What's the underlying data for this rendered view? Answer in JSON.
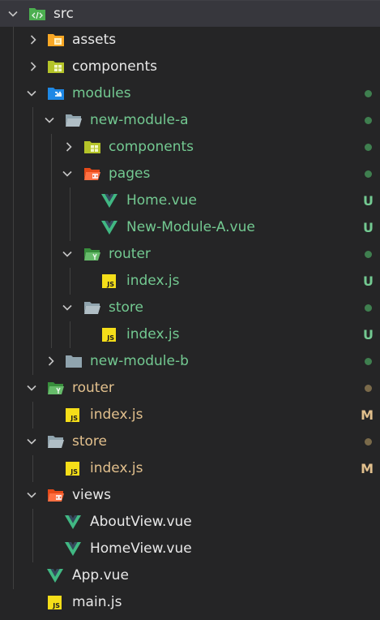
{
  "explorer": {
    "items": [
      {
        "label": "src",
        "color": "white",
        "chevron": "down",
        "icon": "folder-src",
        "status": "none",
        "badge": ""
      },
      {
        "label": "assets",
        "color": "white",
        "chevron": "right",
        "icon": "folder-assets",
        "status": "none",
        "badge": ""
      },
      {
        "label": "components",
        "color": "white",
        "chevron": "right",
        "icon": "folder-components",
        "status": "none",
        "badge": ""
      },
      {
        "label": "modules",
        "color": "green",
        "chevron": "down",
        "icon": "folder-modules",
        "status": "green-dot",
        "badge": ""
      },
      {
        "label": "new-module-a",
        "color": "green",
        "chevron": "down",
        "icon": "folder-open-gray",
        "status": "green-dot",
        "badge": ""
      },
      {
        "label": "components",
        "color": "green",
        "chevron": "right",
        "icon": "folder-components",
        "status": "green-dot",
        "badge": ""
      },
      {
        "label": "pages",
        "color": "green",
        "chevron": "down",
        "icon": "folder-pages",
        "status": "green-dot",
        "badge": ""
      },
      {
        "label": "Home.vue",
        "color": "green",
        "chevron": "none",
        "icon": "vue",
        "status": "badge",
        "badge": "U"
      },
      {
        "label": "New-Module-A.vue",
        "color": "green",
        "chevron": "none",
        "icon": "vue",
        "status": "badge",
        "badge": "U"
      },
      {
        "label": "router",
        "color": "green",
        "chevron": "down",
        "icon": "folder-router",
        "status": "green-dot",
        "badge": ""
      },
      {
        "label": "index.js",
        "color": "green",
        "chevron": "none",
        "icon": "js",
        "status": "badge",
        "badge": "U"
      },
      {
        "label": "store",
        "color": "green",
        "chevron": "down",
        "icon": "folder-open-gray",
        "status": "green-dot",
        "badge": ""
      },
      {
        "label": "index.js",
        "color": "green",
        "chevron": "none",
        "icon": "js",
        "status": "badge",
        "badge": "U"
      },
      {
        "label": "new-module-b",
        "color": "green",
        "chevron": "right",
        "icon": "folder-gray",
        "status": "green-dot",
        "badge": ""
      },
      {
        "label": "router",
        "color": "yellow",
        "chevron": "down",
        "icon": "folder-router",
        "status": "yellow-dot",
        "badge": ""
      },
      {
        "label": "index.js",
        "color": "yellow",
        "chevron": "none",
        "icon": "js",
        "status": "badge",
        "badge": "M"
      },
      {
        "label": "store",
        "color": "yellow",
        "chevron": "down",
        "icon": "folder-open-gray",
        "status": "yellow-dot",
        "badge": ""
      },
      {
        "label": "index.js",
        "color": "yellow",
        "chevron": "none",
        "icon": "js",
        "status": "badge",
        "badge": "M"
      },
      {
        "label": "views",
        "color": "white",
        "chevron": "down",
        "icon": "folder-views",
        "status": "none",
        "badge": ""
      },
      {
        "label": "AboutView.vue",
        "color": "white",
        "chevron": "none",
        "icon": "vue",
        "status": "none",
        "badge": ""
      },
      {
        "label": "HomeView.vue",
        "color": "white",
        "chevron": "none",
        "icon": "vue",
        "status": "none",
        "badge": ""
      },
      {
        "label": "App.vue",
        "color": "white",
        "chevron": "none",
        "icon": "vue",
        "status": "none",
        "badge": ""
      },
      {
        "label": "main.js",
        "color": "white",
        "chevron": "none",
        "icon": "js",
        "status": "none",
        "badge": ""
      }
    ]
  },
  "colors": {
    "background": "#252526",
    "selected_row": "#37373d",
    "untracked_green": "#73c991",
    "modified_yellow": "#e2c08d",
    "dot_green": "#3f7f4f",
    "dot_yellow": "#7a6a4a"
  }
}
